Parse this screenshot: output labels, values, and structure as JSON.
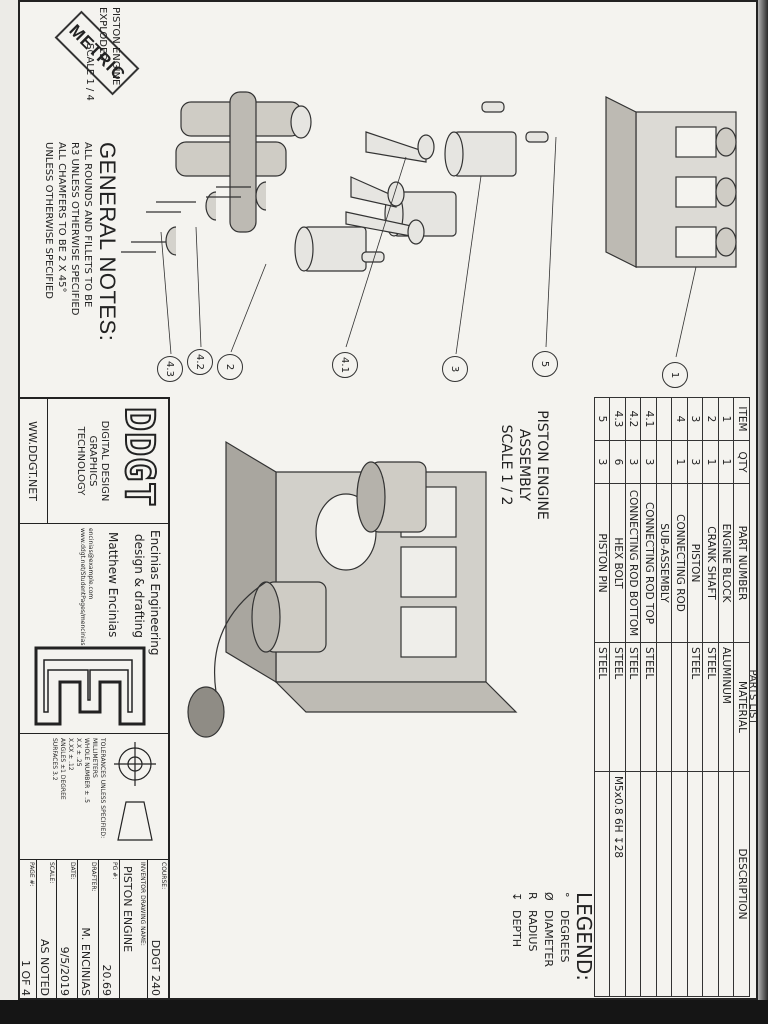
{
  "drawing": {
    "metric_label": "METRIC",
    "exploded_view": {
      "title": "PISTON ENGINE EXPLODED",
      "scale": "SCALE 1 / 4",
      "callouts": [
        "1",
        "2",
        "3",
        "4.1",
        "4.2",
        "4.3",
        "5"
      ]
    },
    "assembly_view": {
      "title": "PISTON ENGINE ASSEMBLY",
      "scale": "SCALE 1 / 2"
    },
    "general_notes": {
      "heading": "GENERAL NOTES:",
      "lines": [
        "ALL ROUNDS AND FILLETS TO BE",
        "R3 UNLESS OTHERWISE SPECIFIED",
        "ALL CHAMFERS TO BE 2 X 45°",
        "UNLESS OTHERWISE SPECIFIED"
      ]
    },
    "parts_list": {
      "title": "PARTS LIST",
      "headers": [
        "ITEM",
        "QTY",
        "PART NUMBER",
        "MATERIAL",
        "DESCRIPTION"
      ],
      "rows": [
        [
          "1",
          "1",
          "ENGINE BLOCK",
          "ALUMINUM",
          ""
        ],
        [
          "2",
          "1",
          "CRANK SHAFT",
          "STEEL",
          ""
        ],
        [
          "3",
          "3",
          "PISTON",
          "STEEL",
          ""
        ],
        [
          "4",
          "1",
          "CONNECTING ROD",
          "",
          ""
        ],
        [
          "",
          "",
          "SUB-ASSEMBLY",
          "",
          ""
        ],
        [
          "4.1",
          "3",
          "CONNECTING ROD TOP",
          "STEEL",
          ""
        ],
        [
          "4.2",
          "3",
          "CONNECTING ROD BOTTOM",
          "STEEL",
          ""
        ],
        [
          "4.3",
          "6",
          "HEX BOLT",
          "STEEL",
          "M5x0.8 6H ↧28"
        ],
        [
          "5",
          "3",
          "PISTON PIN",
          "STEEL",
          ""
        ]
      ]
    },
    "legend": {
      "heading": "LEGEND:",
      "items": [
        {
          "symbol": "°",
          "label": "DEGREES"
        },
        {
          "symbol": "Ø",
          "label": "DIAMETER"
        },
        {
          "symbol": "R",
          "label": "RADIUS"
        },
        {
          "symbol": "↧",
          "label": "DEPTH"
        }
      ]
    },
    "title_block": {
      "school_logo": "DDGT",
      "school_lines": [
        "DIGITAL DESIGN",
        "GRAPHICS",
        "TECHNOLOGY"
      ],
      "school_url": "WW.DDGT.NET",
      "company": "Encinias Engineering",
      "company_tagline": "design & drafting",
      "author": "Matthew Encinias",
      "emails": [
        "encinias@example.com",
        "www.ddgt.net/StudentPages/mencinias"
      ],
      "tolerances_title": "TOLERANCES UNLESS SPECIFIED:",
      "tolerances": [
        "MILLIMETERS",
        "WHOLE NUMBER  ± .5",
        "X.X  ± .25",
        "X.XX  ± .12",
        "ANGLES ±1 DEGREE",
        "SURFACES 3.2"
      ],
      "fields": [
        {
          "label": "COURSE:",
          "value": "DDGT 240"
        },
        {
          "label": "INVENTOR DRAWING NAME:",
          "value": "PISTON ENGINE"
        },
        {
          "label": "PG #:",
          "value": "20.69"
        },
        {
          "label": "DRAFTER:",
          "value": "M. ENCINIAS"
        },
        {
          "label": "DATE:",
          "value": "9/5/2019"
        },
        {
          "label": "SCALE:",
          "value": "AS NOTED"
        },
        {
          "label": "PAGE #:",
          "value": "1 OF 4"
        }
      ]
    }
  }
}
